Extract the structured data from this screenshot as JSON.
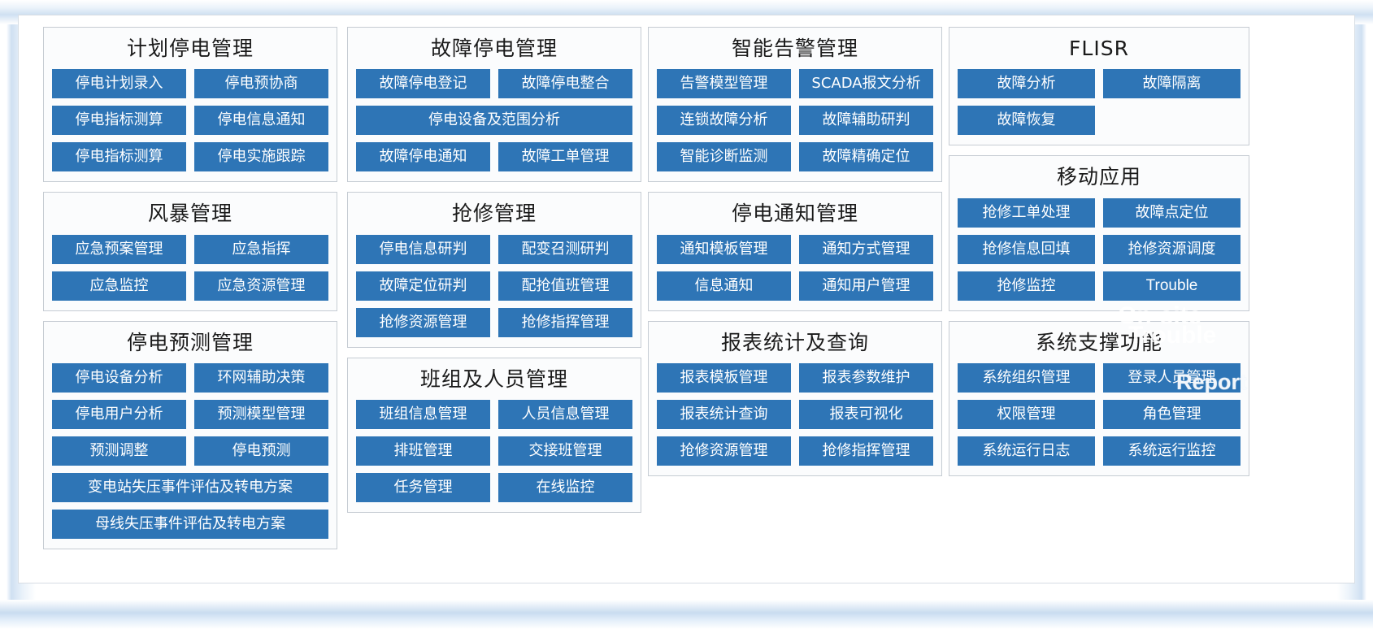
{
  "colors": {
    "button_blue": "#2e75b6",
    "panel_border": "#c6ccd3",
    "panel_background": "#fbfcfd",
    "title_text": "#1a1a1a",
    "button_text": "#ffffff",
    "frame_glow": "#cfe0f2"
  },
  "watermarks": {
    "on_site": "On-site",
    "trouble": "Trouble",
    "report": "Report"
  },
  "columns": [
    {
      "id": "column-1",
      "panels": [
        {
          "id": "planned-outage-management",
          "title": "计划停电管理",
          "rows": [
            [
              "停电计划录入",
              "停电预协商"
            ],
            [
              "停电指标测算",
              "停电信息通知"
            ],
            [
              "停电指标测算",
              "停电实施跟踪"
            ]
          ]
        },
        {
          "id": "storm-management",
          "title": "风暴管理",
          "rows": [
            [
              "应急预案管理",
              "应急指挥"
            ],
            [
              "应急监控",
              "应急资源管理"
            ]
          ]
        },
        {
          "id": "outage-forecast-management",
          "title": "停电预测管理",
          "rows": [
            [
              "停电设备分析",
              "环网辅助决策"
            ],
            [
              "停电用户分析",
              "预测模型管理"
            ],
            [
              "预测调整",
              "停电预测"
            ],
            [
              "变电站失压事件评估及转电方案"
            ],
            [
              "母线失压事件评估及转电方案"
            ]
          ]
        }
      ]
    },
    {
      "id": "column-2",
      "panels": [
        {
          "id": "fault-outage-management",
          "title": "故障停电管理",
          "rows": [
            [
              "故障停电登记",
              "故障停电整合"
            ],
            [
              "停电设备及范围分析"
            ],
            [
              "故障停电通知",
              "故障工单管理"
            ]
          ]
        },
        {
          "id": "emergency-repair-management",
          "title": "抢修管理",
          "rows": [
            [
              "停电信息研判",
              "配变召测研判"
            ],
            [
              "故障定位研判",
              "配抢值班管理"
            ],
            [
              "抢修资源管理",
              "抢修指挥管理"
            ]
          ]
        },
        {
          "id": "crew-and-personnel-management",
          "title": "班组及人员管理",
          "rows": [
            [
              "班组信息管理",
              "人员信息管理"
            ],
            [
              "排班管理",
              "交接班管理"
            ],
            [
              "任务管理",
              "在线监控"
            ]
          ]
        }
      ]
    },
    {
      "id": "column-3",
      "panels": [
        {
          "id": "intelligent-alarm-management",
          "title": "智能告警管理",
          "rows": [
            [
              "告警模型管理",
              "SCADA报文分析"
            ],
            [
              "连锁故障分析",
              "故障辅助研判"
            ],
            [
              "智能诊断监测",
              "故障精确定位"
            ]
          ]
        },
        {
          "id": "outage-notification-management",
          "title": "停电通知管理",
          "rows": [
            [
              "通知模板管理",
              "通知方式管理"
            ],
            [
              "信息通知",
              "通知用户管理"
            ]
          ]
        },
        {
          "id": "report-statistics-and-query",
          "title": "报表统计及查询",
          "rows": [
            [
              "报表模板管理",
              "报表参数维护"
            ],
            [
              "报表统计查询",
              "报表可视化"
            ],
            [
              "抢修资源管理",
              "抢修指挥管理"
            ]
          ]
        }
      ]
    },
    {
      "id": "column-4",
      "panels": [
        {
          "id": "flisr",
          "title": "FLISR",
          "rows": [
            [
              "故障分析",
              "故障隔离"
            ],
            [
              "故障恢复",
              ""
            ]
          ]
        },
        {
          "id": "mobile-application",
          "title": "移动应用",
          "rows": [
            [
              "抢修工单处理",
              "故障点定位"
            ],
            [
              "抢修信息回填",
              "抢修资源调度"
            ],
            [
              "抢修监控",
              "Trouble"
            ]
          ]
        },
        {
          "id": "system-support-functions",
          "title": "系统支撑功能",
          "rows": [
            [
              "系统组织管理",
              "登录人员管理"
            ],
            [
              "权限管理",
              "角色管理"
            ],
            [
              "系统运行日志",
              "系统运行监控"
            ]
          ]
        }
      ]
    }
  ]
}
